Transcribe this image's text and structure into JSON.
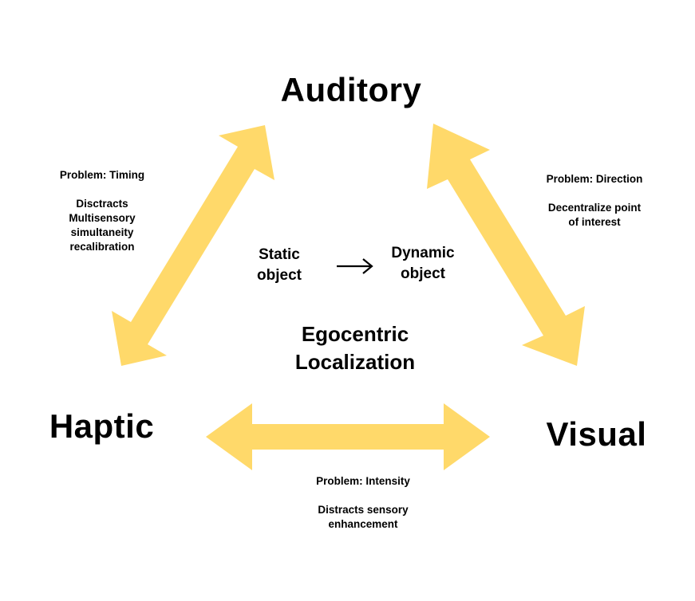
{
  "nodes": {
    "auditory": "Auditory",
    "haptic": "Haptic",
    "visual": "Visual"
  },
  "edges": {
    "auditory_haptic": {
      "problem": "Problem: Timing",
      "effects": [
        "Disctracts",
        "Multisensory",
        "simultaneity",
        "recalibration"
      ]
    },
    "auditory_visual": {
      "problem": "Problem: Direction",
      "effects": [
        "Decentralize point",
        "of interest"
      ]
    },
    "haptic_visual": {
      "problem": "Problem: Intensity",
      "effects": [
        "Distracts sensory",
        "enhancement"
      ]
    }
  },
  "center": {
    "static": [
      "Static",
      "object"
    ],
    "dynamic": [
      "Dynamic",
      "object"
    ],
    "title": [
      "Egocentric",
      "Localization"
    ]
  },
  "colors": {
    "arrow_fill": "#FFD96A",
    "text": "#000000",
    "background": "#FFFFFF"
  },
  "icons": {
    "transition": "right-arrow-icon"
  }
}
